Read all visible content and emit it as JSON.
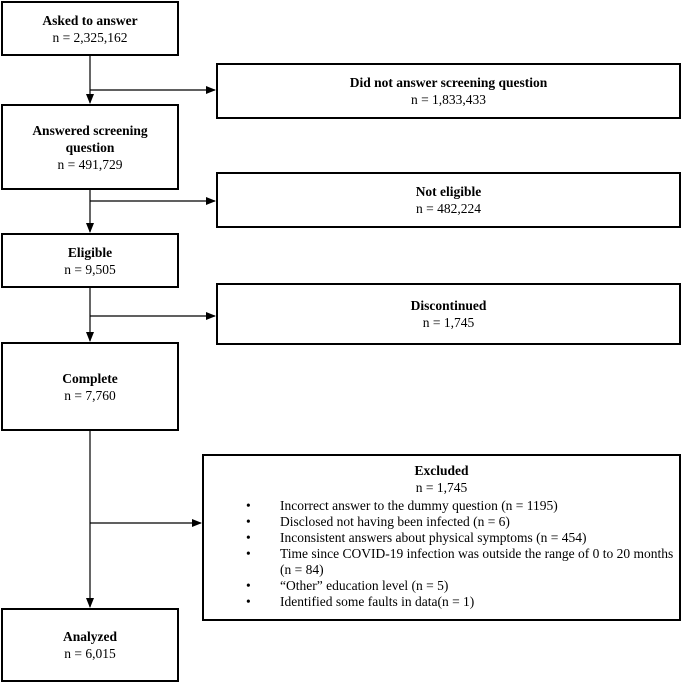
{
  "boxes": {
    "asked": {
      "title": "Asked to answer",
      "count": "n = 2,325,162"
    },
    "did_not_answer": {
      "title": "Did not answer screening question",
      "count": "n = 1,833,433"
    },
    "answered": {
      "title_line1": "Answered screening",
      "title_line2": "question",
      "count": "n = 491,729"
    },
    "not_eligible": {
      "title": "Not eligible",
      "count": "n = 482,224"
    },
    "eligible": {
      "title": "Eligible",
      "count": "n = 9,505"
    },
    "discontinued": {
      "title": "Discontinued",
      "count": "n = 1,745"
    },
    "complete": {
      "title": "Complete",
      "count": "n = 7,760"
    },
    "excluded": {
      "title": "Excluded",
      "count": "n = 1,745",
      "bullet": "•",
      "items": [
        "Incorrect answer to the dummy question (n = 1195)",
        "Disclosed not having been infected (n = 6)",
        "Inconsistent answers about physical symptoms (n = 454)",
        "Time since COVID-19 infection was outside the range of 0 to 20 months (n = 84)",
        "“Other” education level (n = 5)",
        "Identified some faults in data(n = 1)"
      ]
    },
    "analyzed": {
      "title": "Analyzed",
      "count": "n = 6,015"
    }
  }
}
